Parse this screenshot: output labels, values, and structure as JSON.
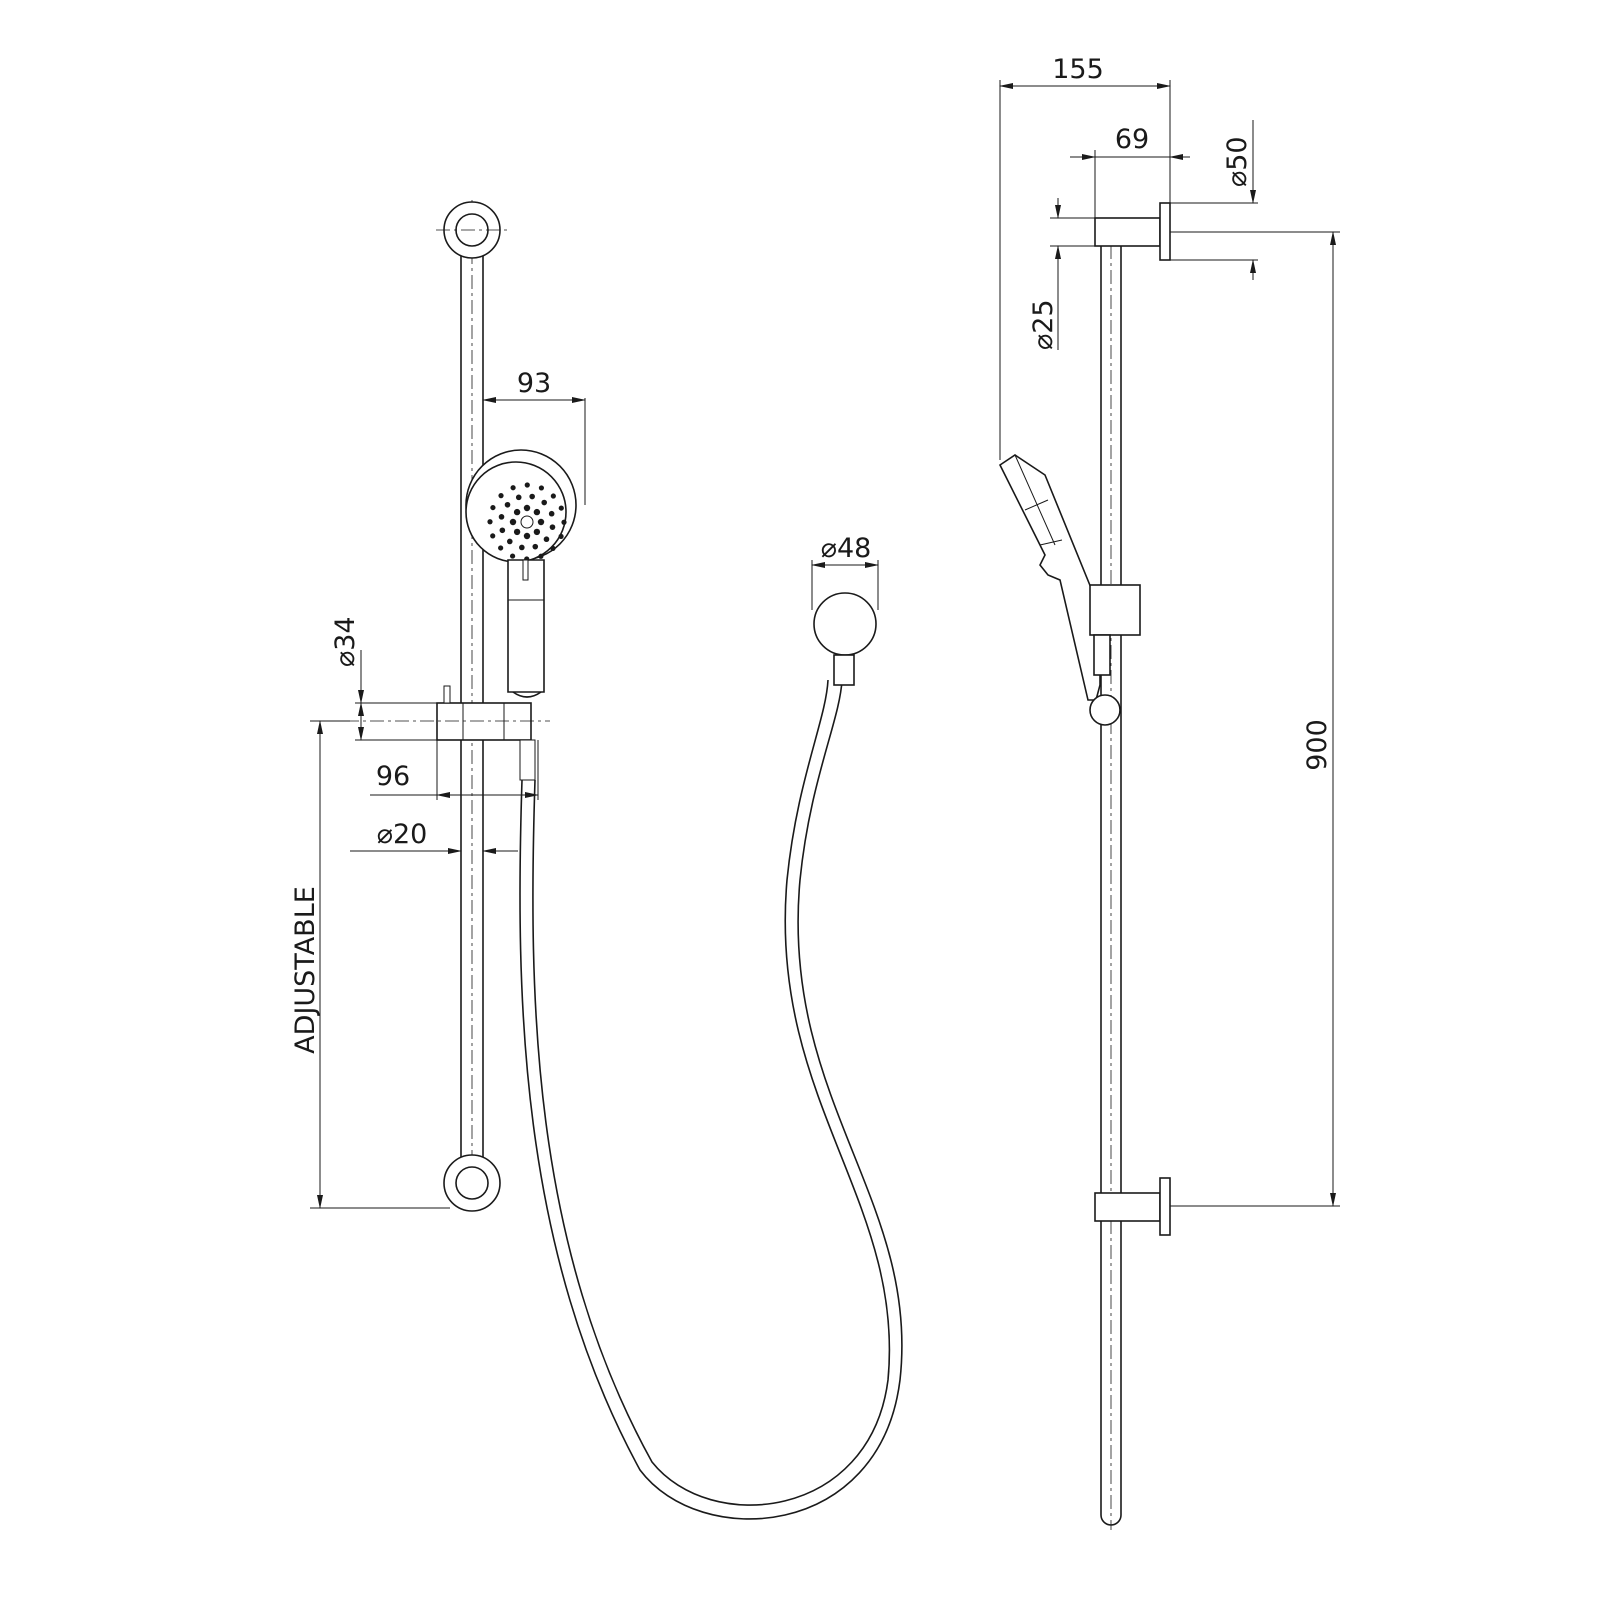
{
  "dimensions": {
    "head_offset": "93",
    "slider_diameter": "⌀34",
    "slider_depth": "96",
    "rail_diameter": "⌀20",
    "adjustable": "ADJUSTABLE",
    "outlet_diameter": "⌀48",
    "overall_projection": "155",
    "bracket_projection": "69",
    "flange_diameter": "⌀50",
    "bracket_diameter": "⌀25",
    "rail_length": "900"
  },
  "colors": {
    "line": "#1a1a1a",
    "background": "#ffffff"
  }
}
